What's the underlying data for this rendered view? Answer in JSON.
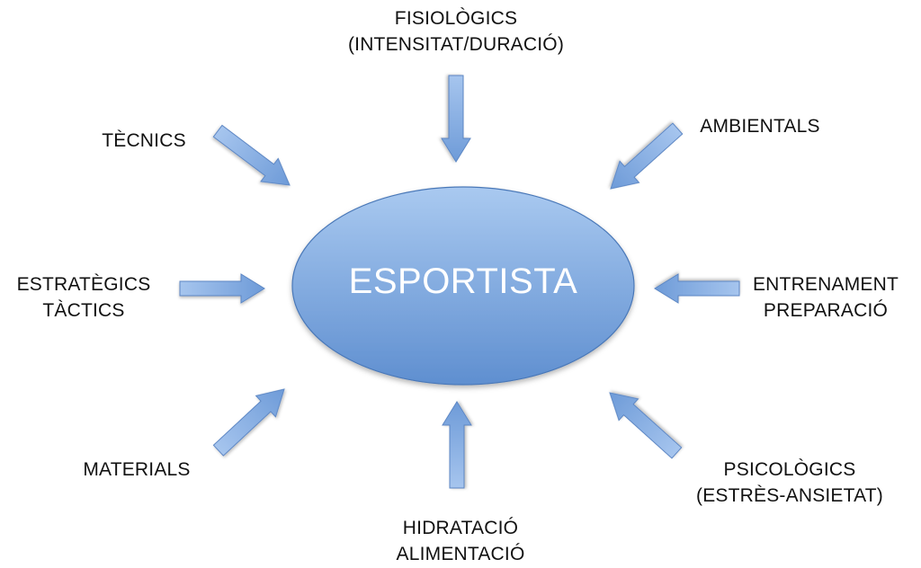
{
  "center": {
    "label": "ESPORTISTA"
  },
  "factors": {
    "fisiologics": {
      "line1": "FISIOLÒGICS",
      "line2": "(INTENSITAT/DURACIÓ)"
    },
    "tecnics": {
      "line1": "TÈCNICS"
    },
    "ambientals": {
      "line1": "AMBIENTALS"
    },
    "estrategics": {
      "line1": "ESTRATÈGICS",
      "line2": "TÀCTICS"
    },
    "entrenament": {
      "line1": "ENTRENAMENT",
      "line2": "PREPARACIÓ"
    },
    "materials": {
      "line1": "MATERIALS"
    },
    "psicologics": {
      "line1": "PSICOLÒGICS",
      "line2": "(ESTRÈS-ANSIETAT)"
    },
    "hidratacio": {
      "line1": "HIDRATACIÓ",
      "line2": "ALIMENTACIÓ"
    }
  },
  "colors": {
    "ellipse_top": "#a9c9f0",
    "ellipse_bottom": "#5f8fd0",
    "ellipse_stroke": "#4a78b8",
    "arrow_fill_light": "#a6c5ee",
    "arrow_fill_dark": "#6e9bd8",
    "arrow_stroke": "#5b86c4"
  }
}
